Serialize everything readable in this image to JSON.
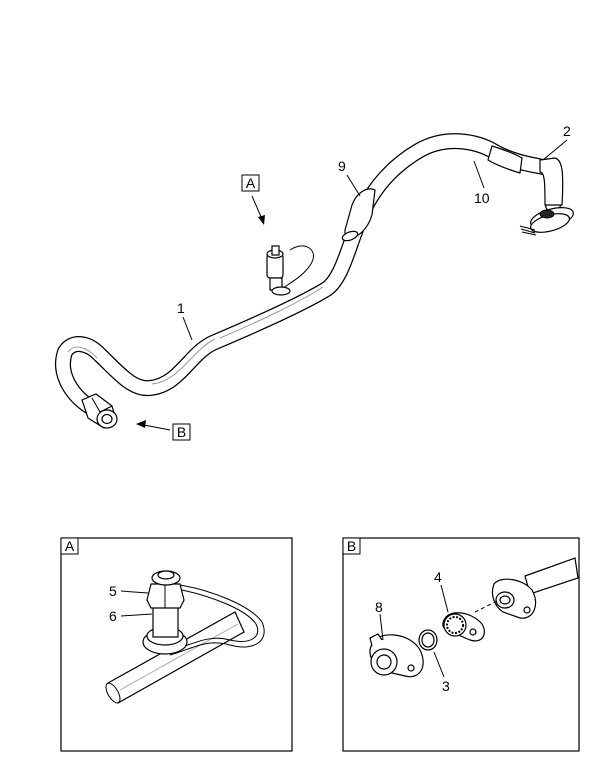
{
  "callouts": {
    "c1": "1",
    "c2": "2",
    "c3": "3",
    "c4": "4",
    "c5": "5",
    "c6": "6",
    "c8": "8",
    "c9": "9",
    "c10": "10"
  },
  "views": {
    "a_flag": "A",
    "b_flag": "B",
    "a_panel_tag": "A",
    "b_panel_tag": "B"
  }
}
